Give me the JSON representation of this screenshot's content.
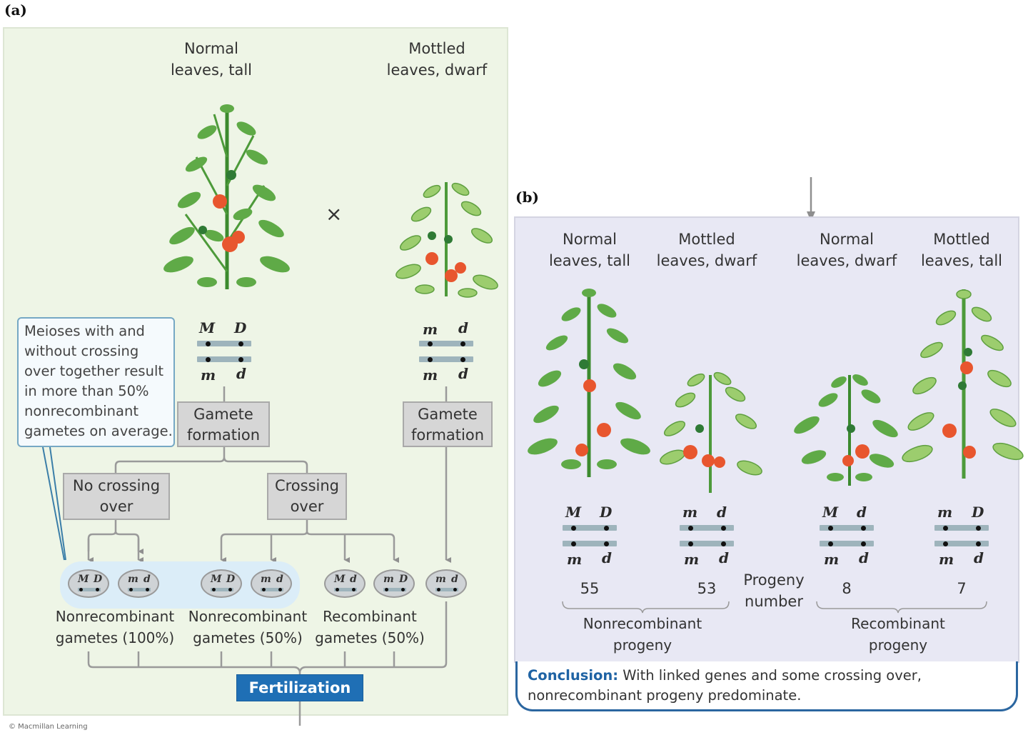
{
  "panel_a": {
    "label": "(a)",
    "parent_left": {
      "title": "Normal\nleaves, tall",
      "top_alleles": [
        "M",
        "D"
      ],
      "bottom_alleles": [
        "m",
        "d"
      ],
      "box": "Gamete\nformation"
    },
    "parent_right": {
      "title": "Mottled\nleaves, dwarf",
      "top_alleles": [
        "m",
        "d"
      ],
      "bottom_alleles": [
        "m",
        "d"
      ],
      "box": "Gamete\nformation"
    },
    "cross_symbol": "×",
    "callout": "Meioses with and without crossing over together result in more than 50% nonrecombinant gametes on average.",
    "branches": {
      "no_crossing": "No crossing\nover",
      "crossing": "Crossing\nover"
    },
    "gametes": [
      {
        "a1": "M",
        "a2": "D",
        "group": "nonrecombinant-100"
      },
      {
        "a1": "m",
        "a2": "d",
        "group": "nonrecombinant-100"
      },
      {
        "a1": "M",
        "a2": "D",
        "group": "nonrecombinant-50"
      },
      {
        "a1": "m",
        "a2": "d",
        "group": "nonrecombinant-50"
      },
      {
        "a1": "M",
        "a2": "d",
        "group": "recombinant-50"
      },
      {
        "a1": "m",
        "a2": "D",
        "group": "recombinant-50"
      },
      {
        "a1": "m",
        "a2": "d",
        "group": "dwarf-parent"
      }
    ],
    "captions": [
      "Nonrecombinant\ngametes (100%)",
      "Nonrecombinant\ngametes (50%)",
      "Recombinant\ngametes (50%)"
    ],
    "fertilization": "Fertilization",
    "copyright": "© Macmillan Learning"
  },
  "panel_b": {
    "label": "(b)",
    "progeny": [
      {
        "title": "Normal\nleaves, tall",
        "top": [
          "M",
          "D"
        ],
        "bottom": [
          "m",
          "d"
        ],
        "number": "55"
      },
      {
        "title": "Mottled\nleaves, dwarf",
        "top": [
          "m",
          "d"
        ],
        "bottom": [
          "m",
          "d"
        ],
        "number": "53"
      },
      {
        "title": "Normal\nleaves, dwarf",
        "top": [
          "M",
          "d"
        ],
        "bottom": [
          "m",
          "d"
        ],
        "number": "8"
      },
      {
        "title": "Mottled\nleaves, tall",
        "top": [
          "m",
          "D"
        ],
        "bottom": [
          "m",
          "d"
        ],
        "number": "7"
      }
    ],
    "progeny_number_label": "Progeny\nnumber",
    "group_labels": [
      "Nonrecombinant\nprogeny",
      "Recombinant\nprogeny"
    ],
    "conclusion_lead": "Conclusion:",
    "conclusion_text": " With linked genes and some crossing over, nonrecombinant progeny predominate."
  },
  "colors": {
    "panel_a_bg": "#eef5e6",
    "panel_b_bg": "#e8e8f4",
    "fertilization_blue": "#1f6fb5",
    "conclusion_blue": "#1f63a4",
    "callout_border": "#76a8c4",
    "chromosome": "#9eb4bc"
  }
}
